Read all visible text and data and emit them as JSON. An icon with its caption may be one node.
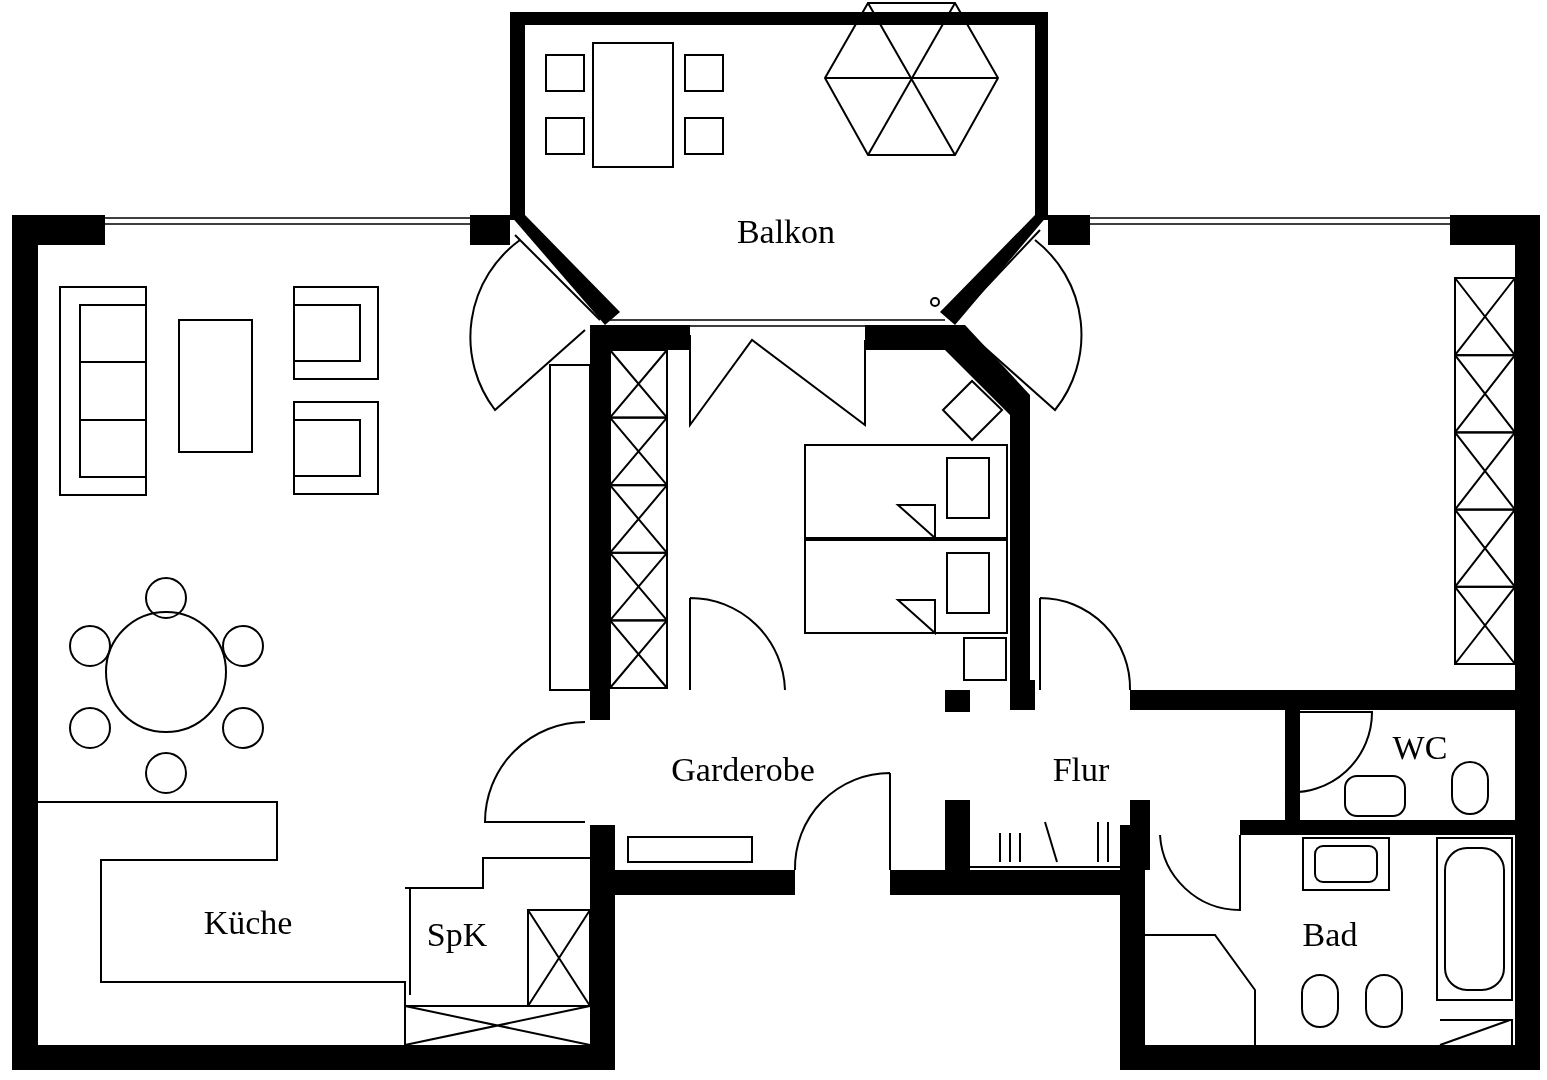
{
  "diagram": {
    "labels": [
      "Balkon",
      "Garderobe",
      "Flur",
      "WC",
      "Küche",
      "SpK",
      "Bad"
    ]
  }
}
